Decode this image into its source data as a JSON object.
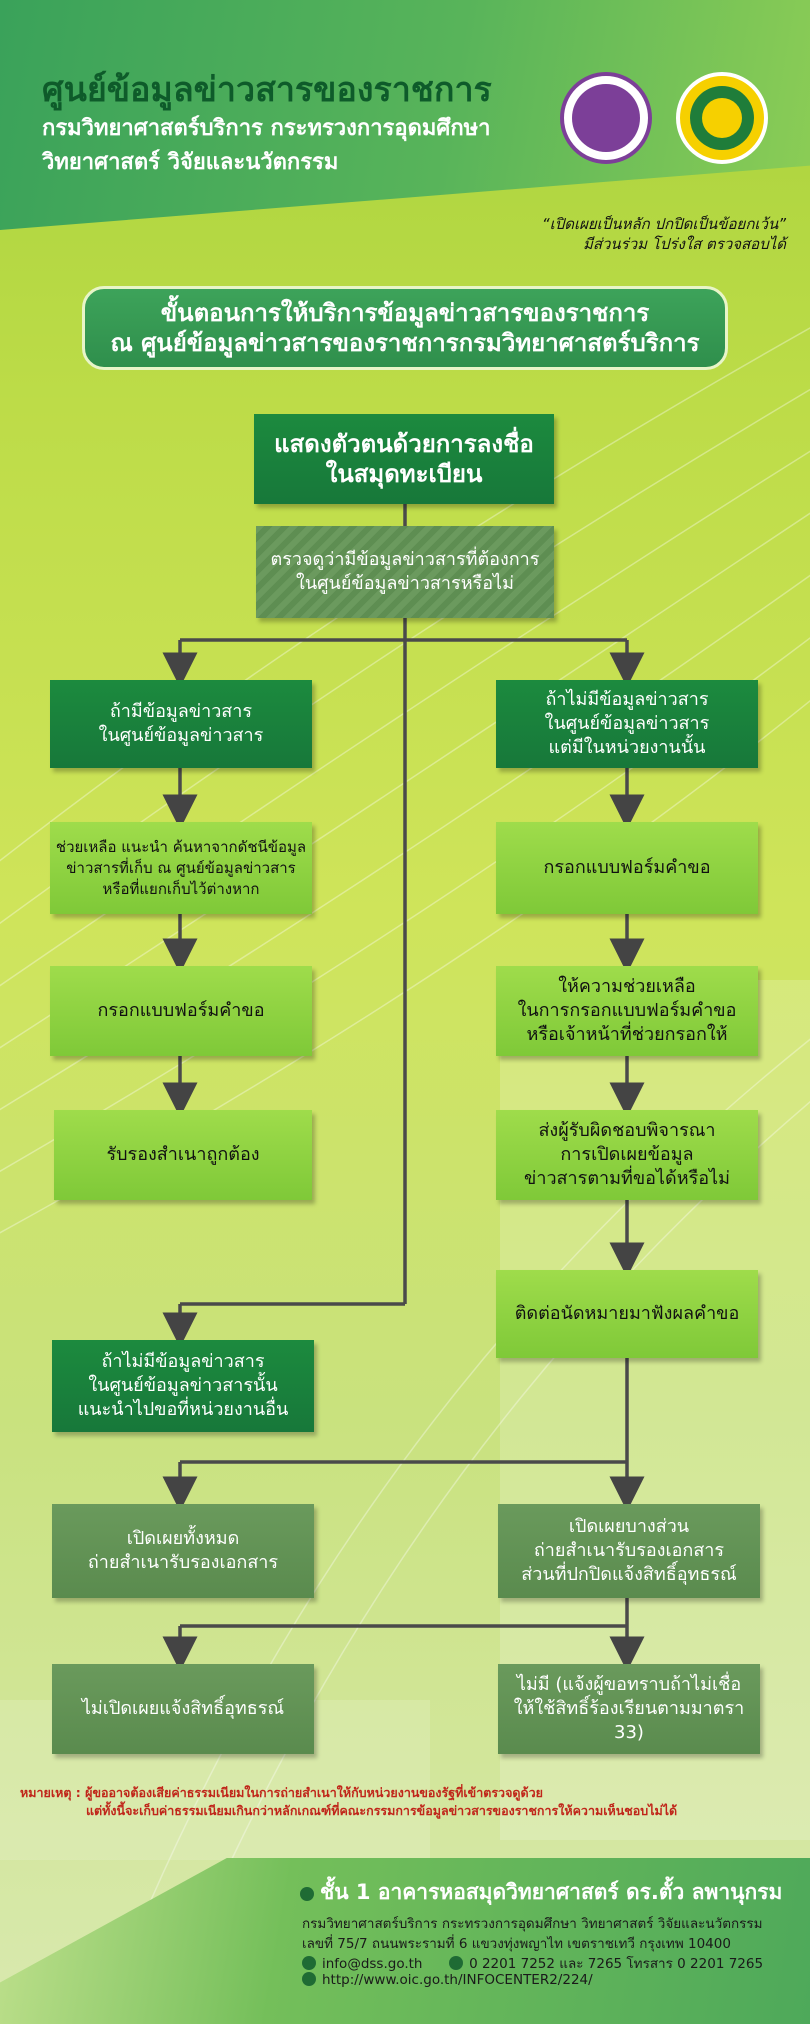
{
  "header": {
    "title": "ศูนย์ข้อมูลข่าวสารของราชการ",
    "subtitle1": "กรมวิทยาศาสตร์บริการ กระทรวงการอุดมศึกษา",
    "subtitle2": "วิทยาศาสตร์ วิจัยและนวัตกรรม",
    "motto1": "“เปิดเผยเป็นหลัก ปกปิดเป็นข้อยกเว้น”",
    "motto2": "มีส่วนร่วม โปร่งใส ตรวจสอบได้",
    "seal_colors": [
      "#7c3f98",
      "#f6d000"
    ]
  },
  "banner": {
    "line1": "ขั้นตอนการให้บริการข้อมูลข่าวสารของราชการ",
    "line2": "ณ ศูนย์ข้อมูลข่าวสารของราชการกรมวิทยาศาสตร์บริการ"
  },
  "flow": {
    "start": [
      "แสดงตัวตนด้วยการลงชื่อ",
      "ในสมุดทะเบียน"
    ],
    "check": [
      "ตรวจดูว่ามีข้อมูลข่าวสารที่ต้องการ",
      "ในศูนย์ข้อมูลข่าวสารหรือไม่"
    ],
    "left": {
      "has_info": [
        "ถ้ามีข้อมูลข่าวสาร",
        "ในศูนย์ข้อมูลข่าวสาร"
      ],
      "help_search": [
        "ช่วยเหลือ แนะนำ ค้นหาจากดัชนีข้อมูล",
        "ข่าวสารที่เก็บ ณ ศูนย์ข้อมูลข่าวสาร",
        "หรือที่แยกเก็บไว้ต่างหาก"
      ],
      "fill_form": [
        "กรอกแบบฟอร์มคำขอ"
      ],
      "certify": [
        "รับรองสำเนาถูกต้อง"
      ]
    },
    "right": {
      "no_info_but_agency": [
        "ถ้าไม่มีข้อมูลข่าวสาร",
        "ในศูนย์ข้อมูลข่าวสาร",
        "แต่มีในหน่วยงานนั้น"
      ],
      "fill_form": [
        "กรอกแบบฟอร์มคำขอ"
      ],
      "assist": [
        "ให้ความช่วยเหลือ",
        "ในการกรอกแบบฟอร์มคำขอ",
        "หรือเจ้าหน้าที่ช่วยกรอกให้"
      ],
      "send_review": [
        "ส่งผู้รับผิดชอบพิจารณา",
        "การเปิดเผยข้อมูล",
        "ข่าวสารตามที่ขอได้หรือไม่"
      ],
      "appointment": [
        "ติดต่อนัดหมายมาฟังผลคำขอ"
      ]
    },
    "middle": {
      "no_info_other": [
        "ถ้าไม่มีข้อมูลข่าวสาร",
        "ในศูนย์ข้อมูลข่าวสารนั้น",
        "แนะนำไปขอที่หน่วยงานอื่น"
      ]
    },
    "results": {
      "full": [
        "เปิดเผยทั้งหมด",
        "ถ่ายสำเนารับรองเอกสาร"
      ],
      "partial": [
        "เปิดเผยบางส่วน",
        "ถ่ายสำเนารับรองเอกสาร",
        "ส่วนที่ปกปิดแจ้งสิทธิ์อุทธรณ์"
      ],
      "not_disclosed": [
        "ไม่เปิดเผยแจ้งสิทธิ์อุทธรณ์"
      ],
      "none": [
        "ไม่มี (แจ้งผู้ขอทราบถ้าไม่เชื่อ",
        "ให้ใช้สิทธิ์ร้องเรียนตามมาตรา 33)"
      ]
    }
  },
  "note": {
    "line1": "หมายเหตุ : ผู้ขออาจต้องเสียค่าธรรมเนียมในการถ่ายสำเนาให้กับหน่วยงานของรัฐที่เข้าตรวจดูด้วย",
    "line2": "แต่ทั้งนี้จะเก็บค่าธรรมเนียมเกินกว่าหลักเกณฑ์ที่คณะกรรมการข้อมูลข่าวสารของราชการให้ความเห็นชอบไม่ได้"
  },
  "footer": {
    "address_title": "ชั้น 1 อาคารหอสมุดวิทยาศาสตร์ ดร.ตั้ว ลพานุกรม",
    "org": "กรมวิทยาศาสตร์บริการ กระทรวงการอุดมศึกษา วิทยาศาสตร์ วิจัยและนวัตกรรม",
    "street": "เลขที่  75/7  ถนนพระรามที่ 6 แขวงทุ่งพญาไท เขตราชเทวี กรุงเทพ 10400",
    "email": "info@dss.go.th",
    "phone": "0 2201 7252 และ 7265 โทรสาร 0 2201 7265",
    "url": "http://www.oic.go.th/INFOCENTER2/224/"
  }
}
